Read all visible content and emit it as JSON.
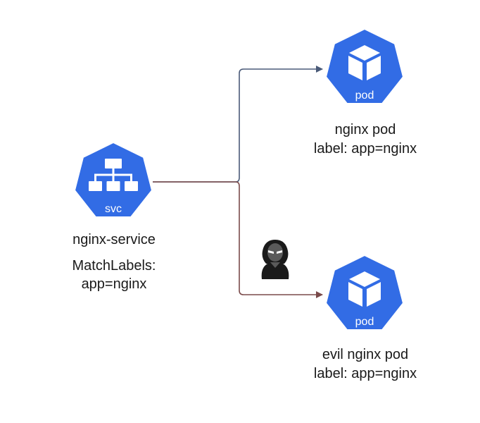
{
  "service": {
    "icon_label": "svc",
    "name": "nginx-service",
    "selector_heading": "MatchLabels:",
    "selector_value": "app=nginx"
  },
  "pods": [
    {
      "icon_label": "pod",
      "name": "nginx pod",
      "label": "label: app=nginx"
    },
    {
      "icon_label": "pod",
      "name": "evil nginx pod",
      "label": "label: app=nginx"
    }
  ],
  "attacker_icon": "hacker-icon",
  "colors": {
    "k8s_blue": "#326ce5",
    "connector_upper": "#4a5a78",
    "connector_lower": "#7a4a4a",
    "text": "#1a1a1a"
  }
}
